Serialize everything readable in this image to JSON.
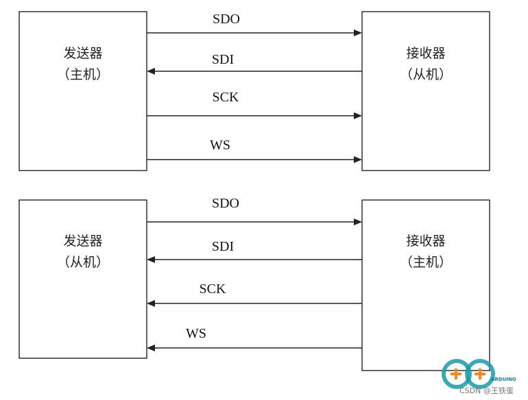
{
  "diagrams": [
    {
      "left_box": {
        "line1": "发送器",
        "line2": "（主机）"
      },
      "right_box": {
        "line1": "接收器",
        "line2": "（从机）"
      },
      "signals": [
        {
          "label": "SDO",
          "direction": "right"
        },
        {
          "label": "SDI",
          "direction": "left"
        },
        {
          "label": "SCK",
          "direction": "right"
        },
        {
          "label": "WS",
          "direction": "right"
        }
      ]
    },
    {
      "left_box": {
        "line1": "发送器",
        "line2": "（从机）"
      },
      "right_box": {
        "line1": "接收器",
        "line2": "（主机）"
      },
      "signals": [
        {
          "label": "SDO",
          "direction": "right"
        },
        {
          "label": "SDI",
          "direction": "left"
        },
        {
          "label": "SCK",
          "direction": "left"
        },
        {
          "label": "WS",
          "direction": "left"
        }
      ]
    }
  ],
  "watermark": {
    "logo_text": "ARDUINO",
    "text": "CSDN @王铁蛋"
  },
  "colors": {
    "line": "#222222",
    "logo_teal": "#1a9aa8",
    "logo_orange": "#f08a24"
  }
}
